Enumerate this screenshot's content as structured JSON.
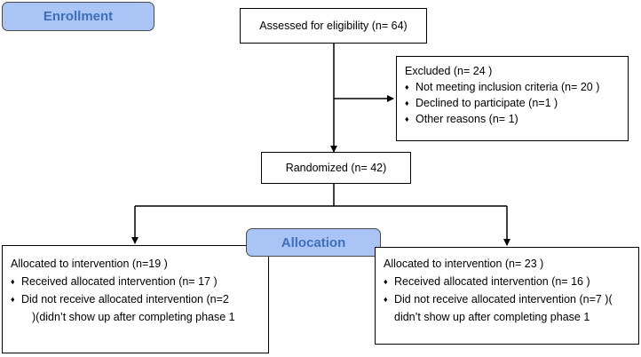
{
  "stages": {
    "enrollment": "Enrollment",
    "allocation": "Allocation"
  },
  "assessed": "Assessed for eligibility (n= 64)",
  "excluded": {
    "heading": "Excluded (n= 24 )",
    "items": [
      "Not meeting inclusion criteria (n= 20 )",
      "Declined to participate (n=1  )",
      "Other reasons (n= 1)"
    ]
  },
  "randomized": "Randomized (n= 42)",
  "left_arm": {
    "heading": "Allocated to intervention (n=19  )",
    "items": [
      "Received allocated intervention (n= 17 )",
      "Did not receive allocated intervention (n=2"
    ],
    "continuation": ")(didn’t show up after completing phase 1"
  },
  "right_arm": {
    "heading": "Allocated to intervention (n= 23 )",
    "items": [
      "Received allocated intervention (n= 16  )",
      "Did not receive allocated intervention  (n=7 )("
    ],
    "continuation": "didn’t show up after completing phase 1"
  },
  "bullet_glyph": "♦"
}
